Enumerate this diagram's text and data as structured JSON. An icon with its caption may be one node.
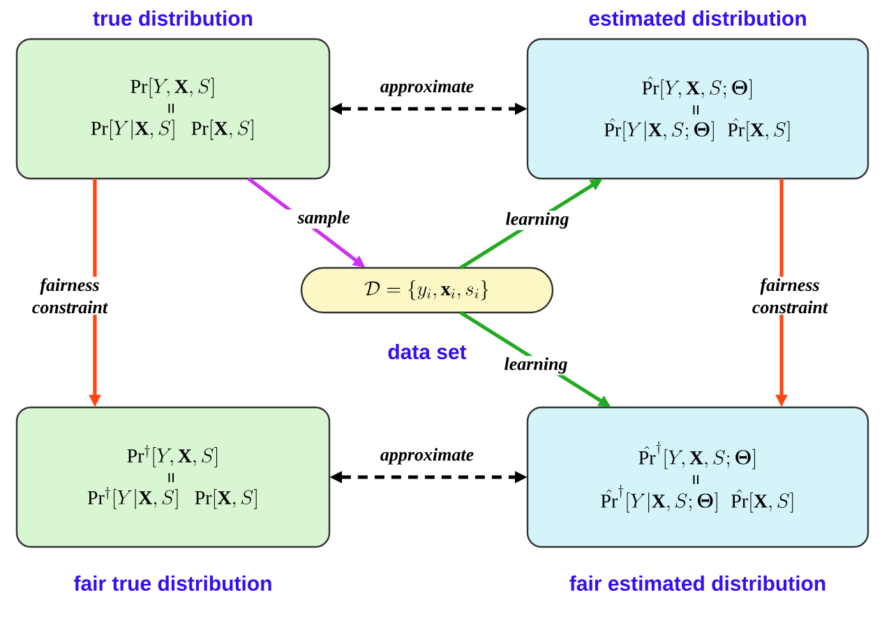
{
  "diagram": {
    "nodes": [
      {
        "text": [
          "true distribution",
          "\\Pr[Y,\\mathbf{X},S]",
          "=",
          "\\Pr[Y|\\mathbf{X},S]\\;\\;\\Pr[\\mathbf{X},S]"
        ]
      },
      {
        "text": [
          "estimated distribution",
          "\\hat{\\Pr}[Y,\\mathbf{X},S;\\boldsymbol{\\Theta}]",
          "=",
          "\\hat{\\Pr}[Y|\\mathbf{X},S;\\boldsymbol{\\Theta}]\\;\\;\\hat{\\Pr}[\\mathbf{X},S]"
        ]
      },
      {
        "text": [
          "\\mathcal{D}=\\{y_i,\\mathbf{x}_i,s_i\\}"
        ],
        "beside": [
          "data set"
        ]
      },
      {
        "text": [
          "\\Pr^{\\dagger}[Y,\\mathbf{X},S]",
          "=",
          "\\Pr^{\\dagger}[Y|\\mathbf{X},S]\\;\\;\\Pr[\\mathbf{X},S]",
          "fair true distribution"
        ]
      },
      {
        "text": [
          "\\hat{\\Pr}^{\\dagger}[Y,\\mathbf{X},S;\\boldsymbol{\\Theta}]",
          "=",
          "\\hat{\\Pr}^{\\dagger}[Y|\\mathbf{X},S;\\boldsymbol{\\Theta}]\\;\\;\\hat{\\Pr}[\\mathbf{X},S]",
          "fair estimated distribution"
        ]
      }
    ],
    "edges": [
      {
        "from": 0,
        "to": 1,
        "arrow": "both",
        "label": "approximate",
        "style": "dashed"
      },
      {
        "from": 0,
        "to": 2,
        "arrow": "to",
        "label": "sample",
        "color": "#cc33ee"
      },
      {
        "from": 2,
        "to": 1,
        "arrow": "to",
        "label": "learning",
        "color": "#22aa22"
      },
      {
        "from": 0,
        "to": 3,
        "arrow": "to",
        "label": "fairness constraint",
        "color": "#ff4411"
      },
      {
        "from": 1,
        "to": 4,
        "arrow": "to",
        "label": "fairness constraint",
        "color": "#ff4411"
      },
      {
        "from": 2,
        "to": 4,
        "arrow": "to",
        "label": "learning",
        "color": "#22aa22"
      },
      {
        "from": 3,
        "to": 4,
        "arrow": "both",
        "label": "approximate",
        "style": "dashed"
      }
    ]
  }
}
